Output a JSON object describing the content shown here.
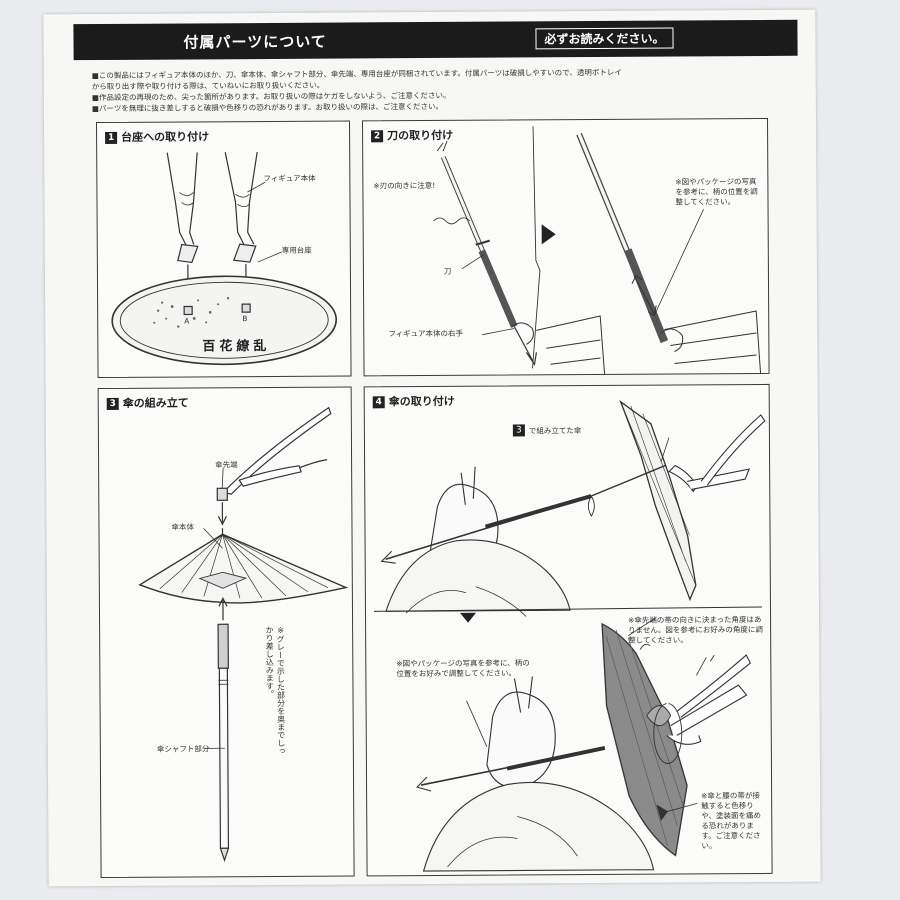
{
  "header": {
    "title": "付属パーツについて",
    "must_read": "必ずお読みください。"
  },
  "notes": [
    "■この製品にはフィギュア本体のほか、刀、傘本体、傘シャフト部分、傘先端、専用台座が同梱されています。付属パーツは破損しやすいので、透明ボトレイ",
    "から取り出す際や取り付ける際は、ていねいにお取り扱いください。",
    "■作品設定の再現のため、尖った箇所があります。お取り扱いの際はケガをしないよう、ご注意ください。",
    "■パーツを無理に抜き差しすると破損や色移りの恐れがあります。お取り扱いの際は、ご注意ください。"
  ],
  "panels": {
    "p1": {
      "number": "1",
      "title": "台座への取り付け",
      "labels": {
        "figure": "フィギュア本体",
        "base": "専用台座",
        "peg_a": "A",
        "peg_b": "B"
      },
      "base_logo": "百花繚乱"
    },
    "p2": {
      "number": "2",
      "title": "刀の取り付け",
      "labels": {
        "blade_dir": "※刃の向きに注意!",
        "sword": "刀",
        "right_hand": "フィギュア本体の右手",
        "adjust": "※図やパッケージの写真を参考に、柄の位置を調整してください。"
      }
    },
    "p3": {
      "number": "3",
      "title": "傘の組み立て",
      "labels": {
        "tip": "傘先端",
        "canopy": "傘本体",
        "shaft": "傘シャフト部分",
        "note": "※グレーで示した部分を奥までしっかり差し込みます。"
      }
    },
    "p4": {
      "number": "4",
      "title": "傘の取り付け",
      "labels": {
        "assembled_num": "3",
        "assembled": "で組み立てた傘",
        "angle_note": "※傘先端の帯の向きに決まった角度はありません。図を参考にお好みの角度に調整してください。",
        "handle_note": "※図やパッケージの写真を参考に、柄の位置をお好みで調整してください。",
        "color_note": "※傘と腰の帯が接触すると色移りや、塗装面を痛める恐れがあります。ご注意ください。"
      }
    }
  }
}
